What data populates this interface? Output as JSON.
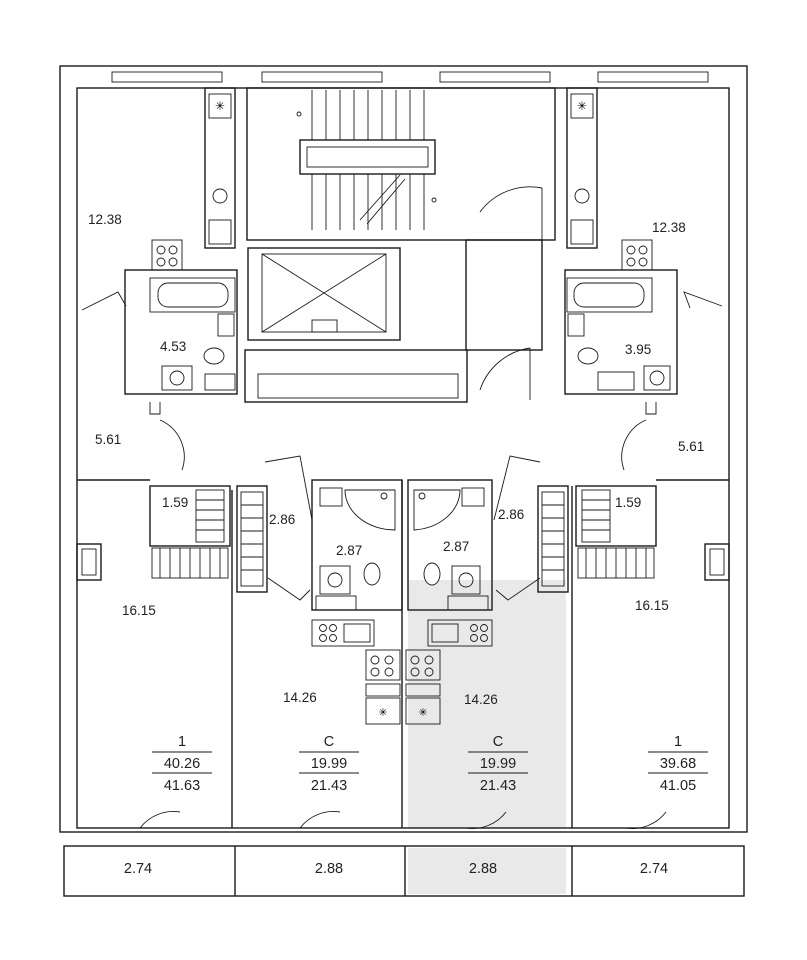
{
  "room_areas": {
    "left_kitchen": "12.38",
    "right_kitchen": "12.38",
    "left_bath": "4.53",
    "right_bath": "3.95",
    "left_hall": "5.61",
    "right_hall": "5.61",
    "left_closet": "1.59",
    "right_closet": "1.59",
    "studio_a_hall": "2.86",
    "studio_b_hall": "2.86",
    "studio_a_bath": "2.87",
    "studio_b_bath": "2.87",
    "left_room": "16.15",
    "right_room": "16.15",
    "studio_a_room": "14.26",
    "studio_b_room": "14.26"
  },
  "balconies": [
    "2.74",
    "2.88",
    "2.88",
    "2.74"
  ],
  "apartments": [
    {
      "type": "1",
      "living": "40.26",
      "total": "41.63"
    },
    {
      "type": "С",
      "living": "19.99",
      "total": "21.43"
    },
    {
      "type": "С",
      "living": "19.99",
      "total": "21.43"
    },
    {
      "type": "1",
      "living": "39.68",
      "total": "41.05"
    }
  ],
  "highlighted_apartment": "studio-b",
  "colors": {
    "walls": "#1a1a1a",
    "highlight": "#e9e9e9"
  }
}
